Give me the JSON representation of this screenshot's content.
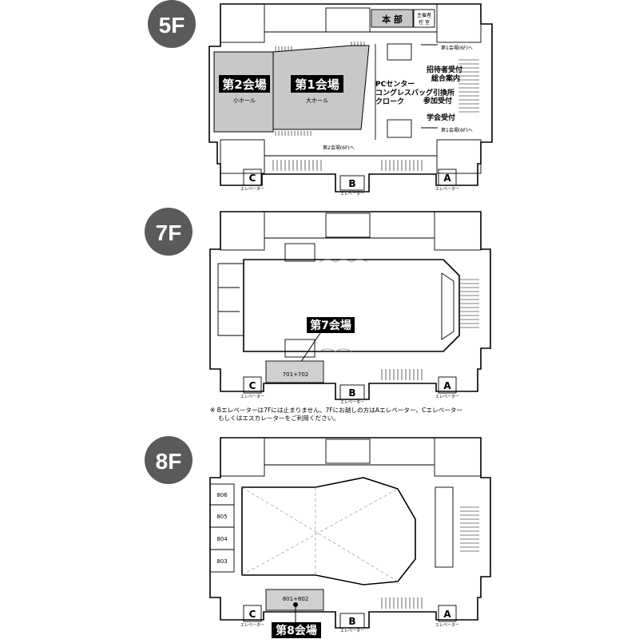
{
  "floors": {
    "f5": {
      "badge": "5F",
      "hall1": {
        "title": "第1会場",
        "subtitle": "大ホール"
      },
      "hall2": {
        "title": "第2会場",
        "subtitle": "小ホール"
      },
      "honbu": "本 部",
      "organizer_room": [
        "主催者",
        "控 室"
      ],
      "pc_center": "PCセンター",
      "congress_bag": "コングレスバッグ引換所",
      "cloak": "クローク",
      "invitee_reception": "招待者受付",
      "general_info": "総合案内",
      "participant_reception": "参加受付",
      "society_reception": "学会受付",
      "to_hall1_top": "第1会場(6F)へ",
      "to_hall1_bottom": "第1会場(6F)へ",
      "to_hall2": "第2会場(6F)へ",
      "elevators": {
        "a": "A",
        "b": "B",
        "c": "C",
        "label": "エレベーター"
      }
    },
    "f7": {
      "badge": "7F",
      "hall7": {
        "title": "第7会場",
        "room": "701+702"
      },
      "elevators": {
        "a": "A",
        "b": "B",
        "c": "C",
        "label": "エレベーター"
      },
      "note_line1": "※ Bエレベーターは7Fには止まりません。7Fにお越しの方はAエレベーター、Cエレベーター",
      "note_line2": "もしくはエスカレーターをご利用ください。"
    },
    "f8": {
      "badge": "8F",
      "hall8": {
        "title": "第8会場",
        "room": "801+802"
      },
      "rooms": [
        "806",
        "805",
        "804",
        "803"
      ],
      "elevators": {
        "a": "A",
        "b": "B",
        "c": "C",
        "label": "エレベーター"
      }
    }
  },
  "colors": {
    "badge_fill": "#5a5a5a",
    "hall_fill": "#c8c8c8",
    "title_fill": "#000000",
    "room_fill": "#d0d0d0",
    "line": "#000000"
  }
}
